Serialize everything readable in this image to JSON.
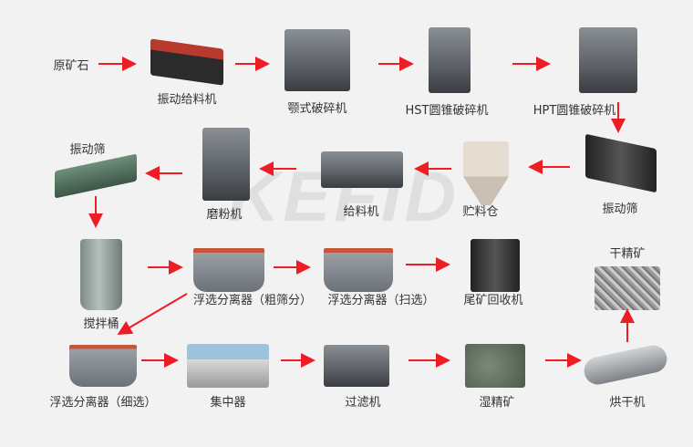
{
  "watermark": "KEFID",
  "arrow_color": "#ee1c25",
  "nodes": {
    "raw_ore": "原矿石",
    "vibrating_feeder": "振动给料机",
    "jaw_crusher": "颚式破碎机",
    "hst_cone_crusher": "HST圆锥破碎机",
    "hpt_cone_crusher": "HPT圆锥破碎机",
    "vibrating_screen_right": "振动筛",
    "storage_bin": "贮料仓",
    "feeder": "给料机",
    "grinding_mill": "磨粉机",
    "vibrating_screen_left": "振动筛",
    "agitation_tank": "搅拌桶",
    "flotation_rough": "浮选分离器（粗筛分）",
    "flotation_scavenging": "浮选分离器（扫选）",
    "tailings_recovery": "尾矿回收机",
    "dry_concentrate": "干精矿",
    "flotation_cleaning": "浮选分离器（细选）",
    "concentrator": "集中器",
    "filter": "过滤机",
    "wet_concentrate": "湿精矿",
    "dryer": "烘干机"
  }
}
